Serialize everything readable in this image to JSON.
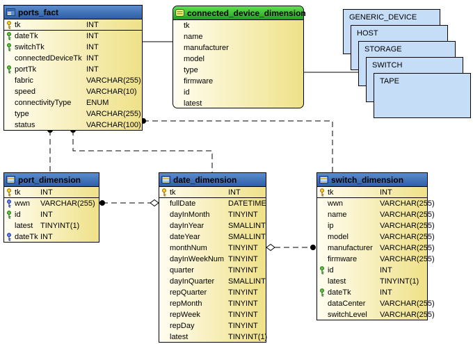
{
  "diagram": {
    "tables": [
      {
        "name": "ports_fact",
        "icon": "table-icon",
        "columns": [
          {
            "key": "pk",
            "name": "tk",
            "type": "INT"
          },
          {
            "key": "fk-green",
            "name": "dateTk",
            "type": "INT"
          },
          {
            "key": "fk-green",
            "name": "switchTk",
            "type": "INT"
          },
          {
            "key": null,
            "name": "connectedDeviceTk",
            "type": "INT"
          },
          {
            "key": "fk-green",
            "name": "portTk",
            "type": "INT"
          },
          {
            "key": null,
            "name": "fabric",
            "type": "VARCHAR(255)"
          },
          {
            "key": null,
            "name": "speed",
            "type": "VARCHAR(10)"
          },
          {
            "key": null,
            "name": "connectivityType",
            "type": "ENUM"
          },
          {
            "key": null,
            "name": "type",
            "type": "VARCHAR(255)"
          },
          {
            "key": null,
            "name": "status",
            "type": "VARCHAR(100)"
          }
        ]
      },
      {
        "name": "connected_device_dimension",
        "icon": "view-icon",
        "columns": [
          {
            "key": null,
            "name": "tk"
          },
          {
            "key": null,
            "name": "name"
          },
          {
            "key": null,
            "name": "manufacturer"
          },
          {
            "key": null,
            "name": "model"
          },
          {
            "key": null,
            "name": "type"
          },
          {
            "key": null,
            "name": "firmware"
          },
          {
            "key": null,
            "name": "id"
          },
          {
            "key": null,
            "name": "latest"
          }
        ]
      },
      {
        "name": "port_dimension",
        "icon": "table-icon",
        "columns": [
          {
            "key": "pk",
            "name": "tk",
            "type": "INT"
          },
          {
            "key": "fk-blue",
            "name": "wwn",
            "type": "VARCHAR(255)"
          },
          {
            "key": "fk-green",
            "name": "id",
            "type": "INT"
          },
          {
            "key": null,
            "name": "latest",
            "type": "TINYINT(1)"
          },
          {
            "key": "fk-blue",
            "name": "dateTk",
            "type": "INT"
          }
        ]
      },
      {
        "name": "date_dimension",
        "icon": "table-icon",
        "columns": [
          {
            "key": "pk",
            "name": "tk",
            "type": "INT"
          },
          {
            "key": null,
            "name": "fullDate",
            "type": "DATETIME"
          },
          {
            "key": null,
            "name": "dayInMonth",
            "type": "TINYINT"
          },
          {
            "key": null,
            "name": "dayInYear",
            "type": "SMALLINT"
          },
          {
            "key": null,
            "name": "dateYear",
            "type": "SMALLINT"
          },
          {
            "key": null,
            "name": "monthNum",
            "type": "TINYINT"
          },
          {
            "key": null,
            "name": "dayInWeekNum",
            "type": "TINYINT"
          },
          {
            "key": null,
            "name": "quarter",
            "type": "TINYINT"
          },
          {
            "key": null,
            "name": "dayInQuarter",
            "type": "SMALLINT"
          },
          {
            "key": null,
            "name": "repQuarter",
            "type": "TINYINT"
          },
          {
            "key": null,
            "name": "repMonth",
            "type": "TINYINT"
          },
          {
            "key": null,
            "name": "repWeek",
            "type": "TINYINT"
          },
          {
            "key": null,
            "name": "repDay",
            "type": "TINYINT"
          },
          {
            "key": null,
            "name": "latest",
            "type": "TINYINT(1)"
          }
        ]
      },
      {
        "name": "switch_dimension",
        "icon": "table-icon",
        "columns": [
          {
            "key": "pk",
            "name": "tk",
            "type": "INT"
          },
          {
            "key": null,
            "name": "wwn",
            "type": "VARCHAR(255)"
          },
          {
            "key": null,
            "name": "name",
            "type": "VARCHAR(255)"
          },
          {
            "key": null,
            "name": "ip",
            "type": "VARCHAR(255)"
          },
          {
            "key": null,
            "name": "model",
            "type": "VARCHAR(255)"
          },
          {
            "key": null,
            "name": "manufacturer",
            "type": "VARCHAR(255)"
          },
          {
            "key": null,
            "name": "firmware",
            "type": "VARCHAR(255)"
          },
          {
            "key": "fk-green",
            "name": "id",
            "type": "INT"
          },
          {
            "key": null,
            "name": "latest",
            "type": "TINYINT(1)"
          },
          {
            "key": "fk-green",
            "name": "dateTk",
            "type": "INT"
          },
          {
            "key": null,
            "name": "dataCenter",
            "type": "VARCHAR(255)"
          },
          {
            "key": null,
            "name": "switchLevel",
            "type": "VARCHAR(255)"
          }
        ]
      }
    ],
    "device_types": [
      "GENERIC_DEVICE",
      "HOST",
      "STORAGE",
      "SWITCH",
      "TAPE"
    ],
    "colors": {
      "header_blue": "#2d5fa8",
      "header_green": "#1fa020",
      "body_gradient_left": "#fffdf0",
      "body_gradient_right": "#efe188",
      "device_box": "#c6ddf7",
      "border": "#000000",
      "pk_fill": "#ffd633",
      "pk_stroke": "#996c00",
      "fk_green_fill": "#66cc33",
      "fk_green_stroke": "#1d6e1d",
      "fk_blue_fill": "#6688ee",
      "fk_blue_stroke": "#223399"
    }
  }
}
